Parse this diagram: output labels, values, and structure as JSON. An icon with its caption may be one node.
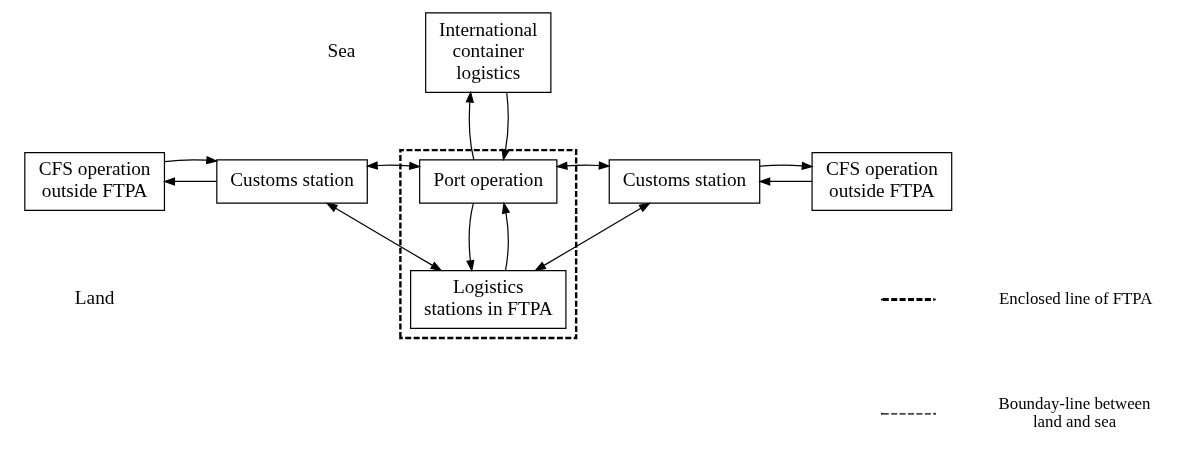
{
  "diagram": {
    "nodes": [
      {
        "text": [
          "International container logistics"
        ]
      },
      {
        "text": [
          "CFS operation outside FTPA"
        ]
      },
      {
        "text": [
          "Customs station"
        ]
      },
      {
        "text": [],
        "shape": "box"
      },
      {
        "text": [
          "Port operation"
        ],
        "in": 3
      },
      {
        "text": [
          "Customs station"
        ]
      },
      {
        "text": [
          "CFS operation outside FTPA"
        ]
      },
      {
        "text": [
          "Logistics stations in FTPA"
        ],
        "in": 3
      }
    ],
    "edges": [
      {
        "from": 4,
        "to": 0,
        "arrow": "to"
      },
      {
        "from": 0,
        "to": 4,
        "arrow": "to"
      },
      {
        "from": 2,
        "to": 1,
        "arrow": "to"
      },
      {
        "from": 1,
        "to": 2,
        "arrow": "to"
      },
      {
        "from": 2,
        "to": 4,
        "arrow": "both"
      },
      {
        "from": 4,
        "to": 5,
        "arrow": "both"
      },
      {
        "from": 6,
        "to": 5,
        "arrow": "to"
      },
      {
        "from": 5,
        "to": 6,
        "arrow": "to"
      },
      {
        "from": 2,
        "to": 7,
        "arrow": "both"
      },
      {
        "from": 7,
        "to": 4,
        "arrow": "to"
      },
      {
        "from": 4,
        "to": 7,
        "arrow": "to"
      },
      {
        "from": 5,
        "to": 7,
        "arrow": "both"
      }
    ],
    "labels": [
      "Sea",
      "Land"
    ],
    "legend": [
      {
        "text": "Enclosed line of FTPA"
      },
      {
        "text": "Bounday-line between land and sea"
      }
    ]
  }
}
